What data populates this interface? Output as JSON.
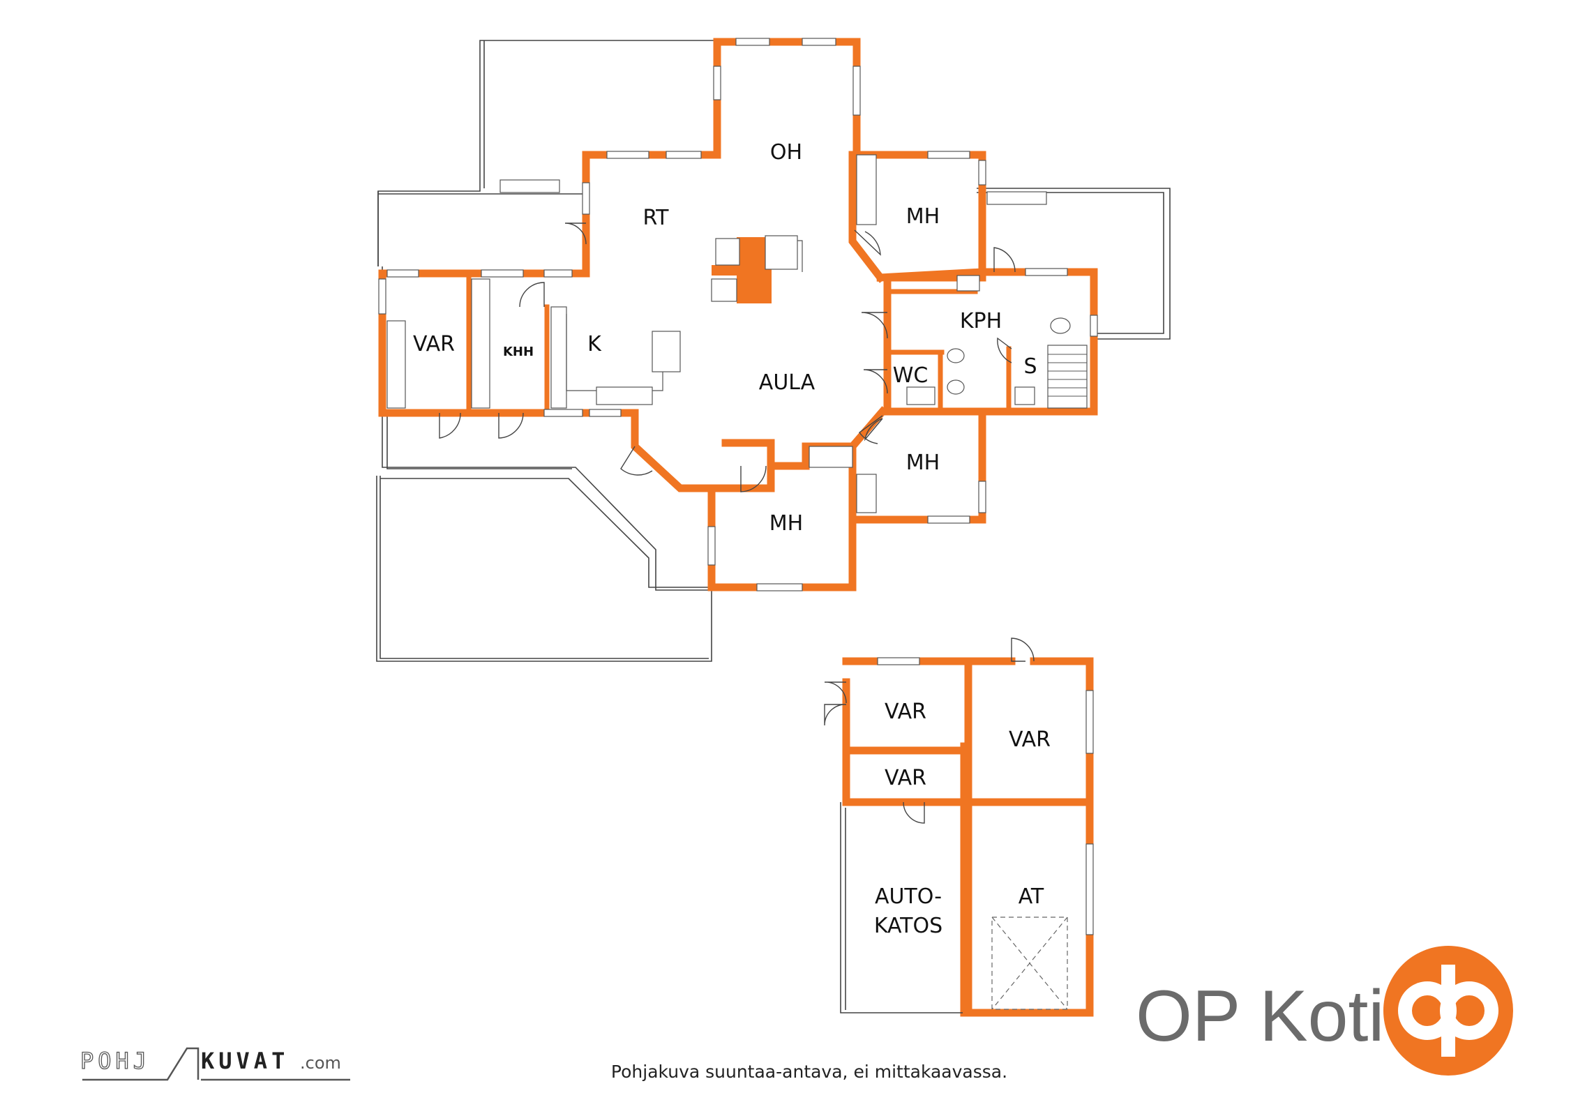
{
  "rooms": {
    "oh": "OH",
    "rt": "RT",
    "mh_top": "MH",
    "kph": "KPH",
    "var_left": "VAR",
    "khh": "KHH",
    "k": "K",
    "aula": "AULA",
    "wc": "WC",
    "s": "S",
    "mh_right": "MH",
    "mh_bottom": "MH",
    "var_out1": "VAR",
    "var_out2": "VAR",
    "var_out3": "VAR",
    "autokatos_line1": "AUTO-",
    "autokatos_line2": "KATOS",
    "at": "AT"
  },
  "caption": "Pohjakuva suuntaa-antava, ei mittakaavassa.",
  "brand": {
    "name": "OP Koti",
    "color": "#f07522",
    "logo_icon": "op-logo-icon"
  },
  "watermark": {
    "part1": "POHJ",
    "part2": "KUVAT",
    "part3": ".com"
  },
  "colors": {
    "wall": "#f07522",
    "outline": "#444444"
  }
}
